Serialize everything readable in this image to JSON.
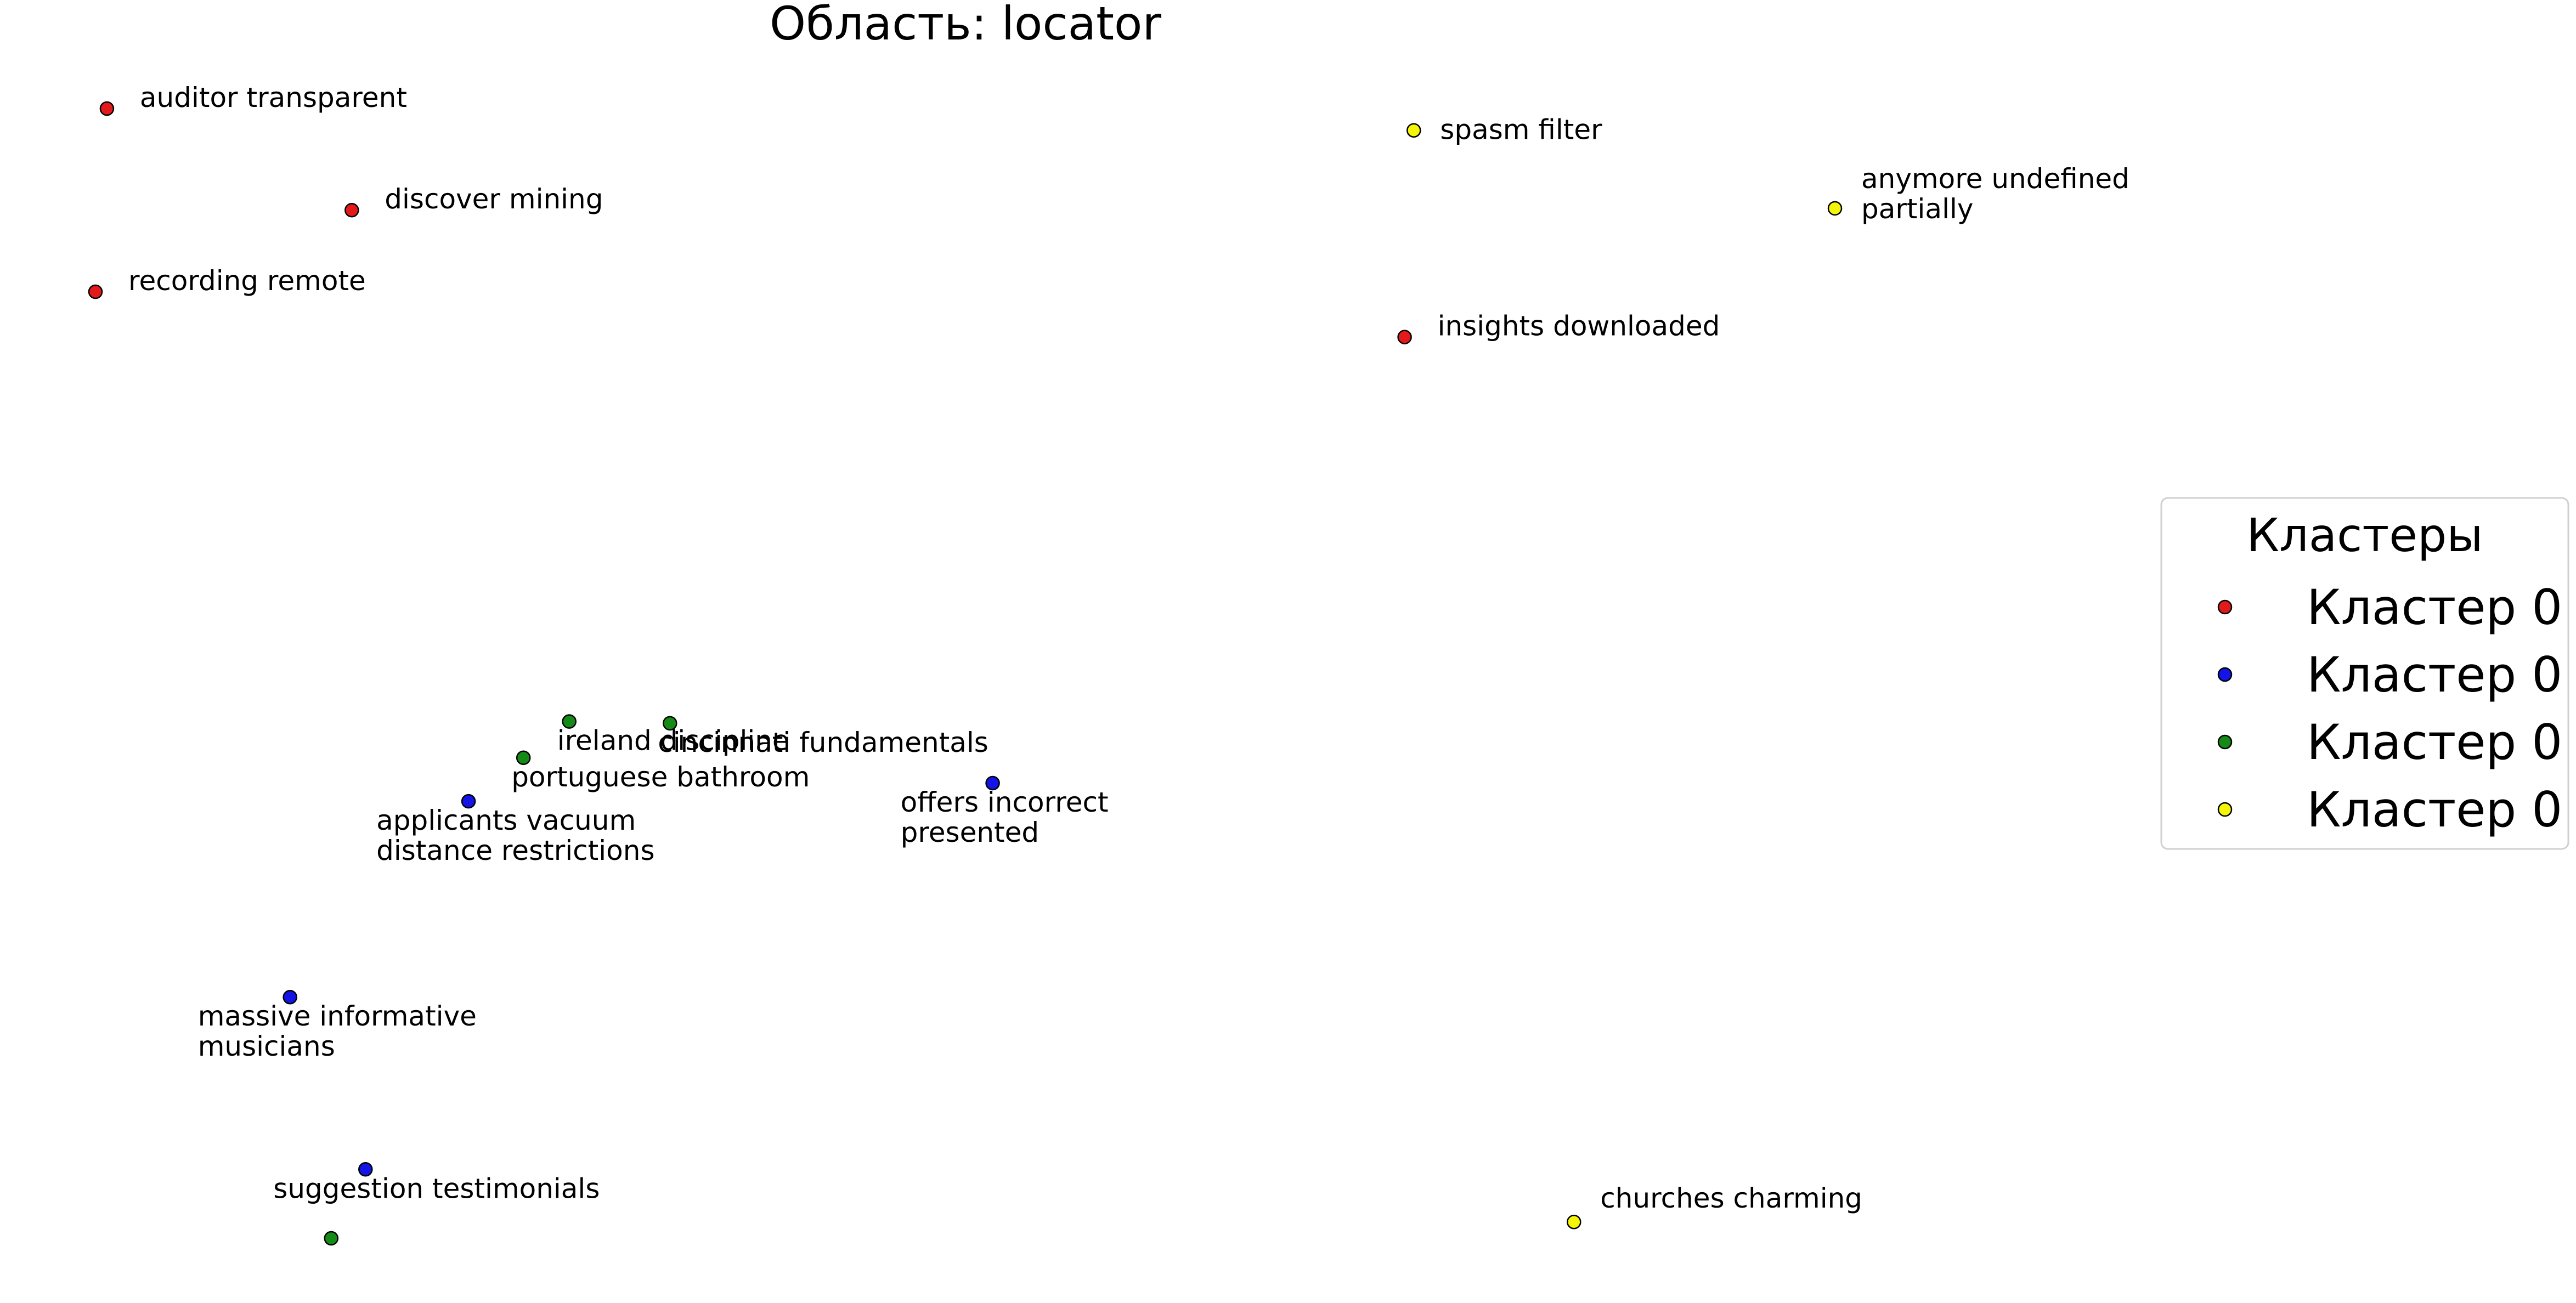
{
  "chart_data": {
    "type": "scatter",
    "title": "Область: locator",
    "xlabel": "",
    "ylabel": "",
    "grid": false,
    "axes_visible": false,
    "legend": {
      "title": "Кластеры",
      "placement": "right",
      "entries": [
        {
          "label": "Кластер 0",
          "color": "#e31a1c"
        },
        {
          "label": "Кластер 0",
          "color": "#1414e6"
        },
        {
          "label": "Кластер 0",
          "color": "#168a16"
        },
        {
          "label": "Кластер 0",
          "color": "#f5f50a"
        }
      ]
    },
    "points": [
      {
        "label": "auditor transparent",
        "x": 0.0,
        "y": 8.85,
        "cluster": 0
      },
      {
        "label": "discover mining",
        "x": 1.07,
        "y": 8.29,
        "cluster": 0
      },
      {
        "label": "recording remote",
        "x": -0.05,
        "y": 7.84,
        "cluster": 0
      },
      {
        "label": "insights downloaded",
        "x": 5.67,
        "y": 7.59,
        "cluster": 0
      },
      {
        "label": "massive informative musicians",
        "x": 0.8,
        "y": 3.95,
        "cluster": 1
      },
      {
        "label": "suggestion testimonials",
        "x": 1.13,
        "y": 3.0,
        "cluster": 1
      },
      {
        "label": "applicants vacuum distance restrictions",
        "x": 1.58,
        "y": 5.03,
        "cluster": 1
      },
      {
        "label": "offers incorrect presented",
        "x": 3.87,
        "y": 5.13,
        "cluster": 1
      },
      {
        "label": "ireland discipline",
        "x": 2.02,
        "y": 5.47,
        "cluster": 2
      },
      {
        "label": "cincinnati fundamentals",
        "x": 2.46,
        "y": 5.46,
        "cluster": 2
      },
      {
        "label": "portuguese bathroom",
        "x": 1.82,
        "y": 5.27,
        "cluster": 2
      },
      {
        "label": "",
        "x": 0.98,
        "y": 2.62,
        "cluster": 2
      },
      {
        "label": "spasm filter",
        "x": 5.71,
        "y": 8.73,
        "cluster": 3
      },
      {
        "label": "anymore undefined partially",
        "x": 7.55,
        "y": 8.3,
        "cluster": 3
      },
      {
        "label": "churches charming",
        "x": 6.41,
        "y": 2.71,
        "cluster": 3
      }
    ],
    "colors": [
      "#e31a1c",
      "#1414e6",
      "#168a16",
      "#f5f50a"
    ]
  }
}
